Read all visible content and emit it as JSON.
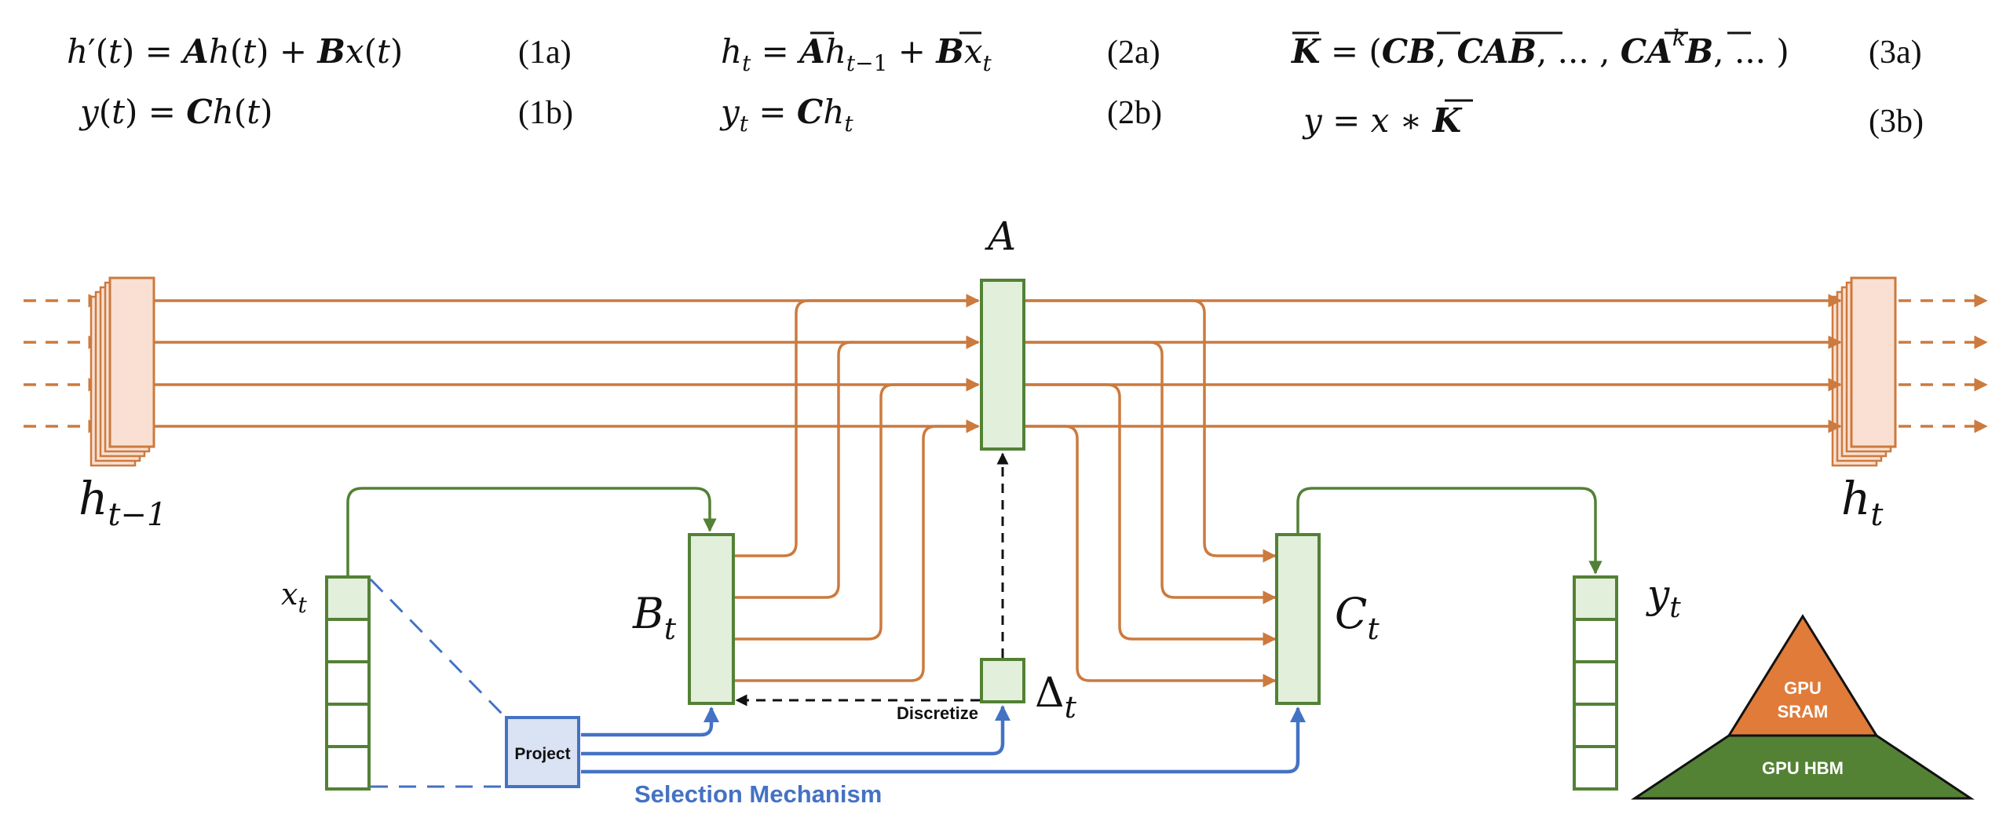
{
  "equations": {
    "eq1a": {
      "text": "h′(t) = Ah(t) + Bx(t)",
      "number": "(1a)"
    },
    "eq1b": {
      "text": "y(t) = Ch(t)",
      "number": "(1b)"
    },
    "eq2a": {
      "text": "hₜ = Āhₜ₋₁ + B̄xₜ",
      "number": "(2a)"
    },
    "eq2b": {
      "text": "yₜ = Chₜ",
      "number": "(2b)"
    },
    "eq3a": {
      "text": "K̄ = (CB̄, CĀB̄, ... , CĀᵏB̄, ... )",
      "number": "(3a)"
    },
    "eq3b": {
      "text": "y = x ∗ K̄",
      "number": "(3b)"
    }
  },
  "labels": {
    "h_prev": "hₜ₋₁",
    "h_t": "hₜ",
    "A": "A",
    "B_t": "Bₜ",
    "C_t": "Cₜ",
    "x_t": "xₜ",
    "y_t": "yₜ",
    "delta_t": "Δₜ",
    "project": "Project",
    "discretize": "Discretize",
    "selection_mechanism": "Selection Mechanism"
  },
  "memory_pyramid": {
    "top": [
      "GPU",
      "SRAM"
    ],
    "bottom": "GPU HBM"
  },
  "colors": {
    "orange": "#cc7a3e",
    "orange_fill": "#f9e0d2",
    "green": "#538135",
    "green_fill": "#e2efda",
    "blue": "#4472c4",
    "blue_fill": "#dae3f3",
    "pyramid_top": "#e07b39",
    "pyramid_bottom": "#548235"
  }
}
